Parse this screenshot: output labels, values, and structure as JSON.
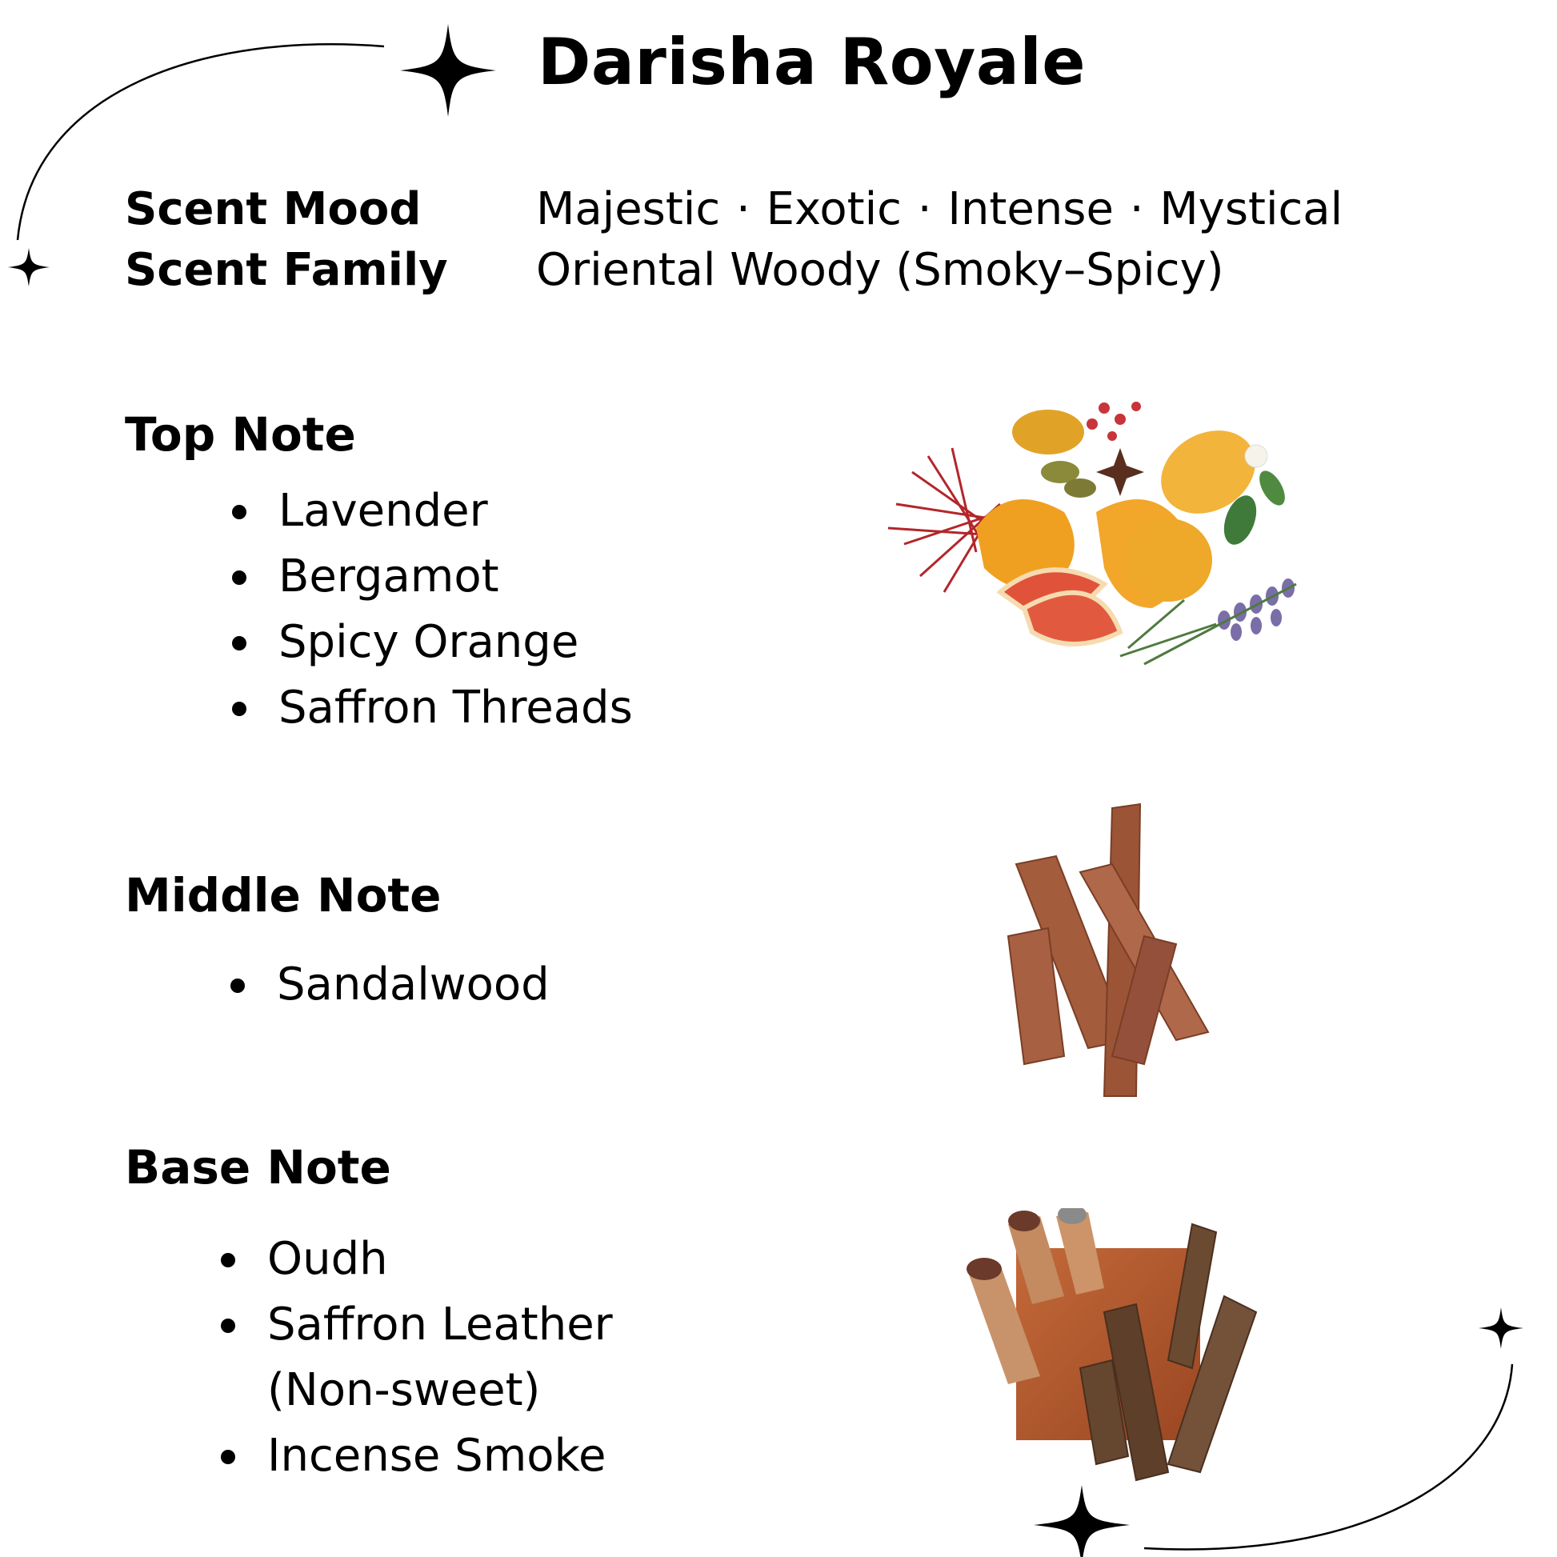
{
  "title": "Darisha Royale",
  "scent_mood": {
    "label": "Scent Mood",
    "values": [
      "Majestic",
      "Exotic",
      "Intense",
      "Mystical"
    ],
    "separator": "·"
  },
  "scent_family": {
    "label": "Scent Family",
    "value": "Oriental Woody (Smoky–Spicy)"
  },
  "top_note": {
    "title": "Top Note",
    "items": [
      "Lavender",
      "Bergamot",
      "Spicy Orange",
      "Saffron Threads"
    ]
  },
  "middle_note": {
    "title": "Middle Note",
    "items": [
      "Sandalwood"
    ]
  },
  "base_note": {
    "title": "Base Note",
    "items": [
      "Oudh",
      "Saffron Leather",
      "(Non-sweet)",
      "Incense Smoke"
    ]
  },
  "icons": {
    "sparkle": "four-point-star-icon",
    "top_illustration": "citrus-spices-illustration",
    "middle_illustration": "sandalwood-sticks-illustration",
    "base_illustration": "oud-incense-leather-illustration"
  },
  "colors": {
    "text": "#000000",
    "background": "#ffffff",
    "orange": "#f0a020",
    "grapefruit": "#e0533a",
    "saffron": "#b3262a",
    "wood": "#a0583a",
    "dark_wood": "#6b4a32",
    "leather": "#b0532a",
    "lavender": "#7a6ea8",
    "leaf": "#3f7a3a"
  }
}
